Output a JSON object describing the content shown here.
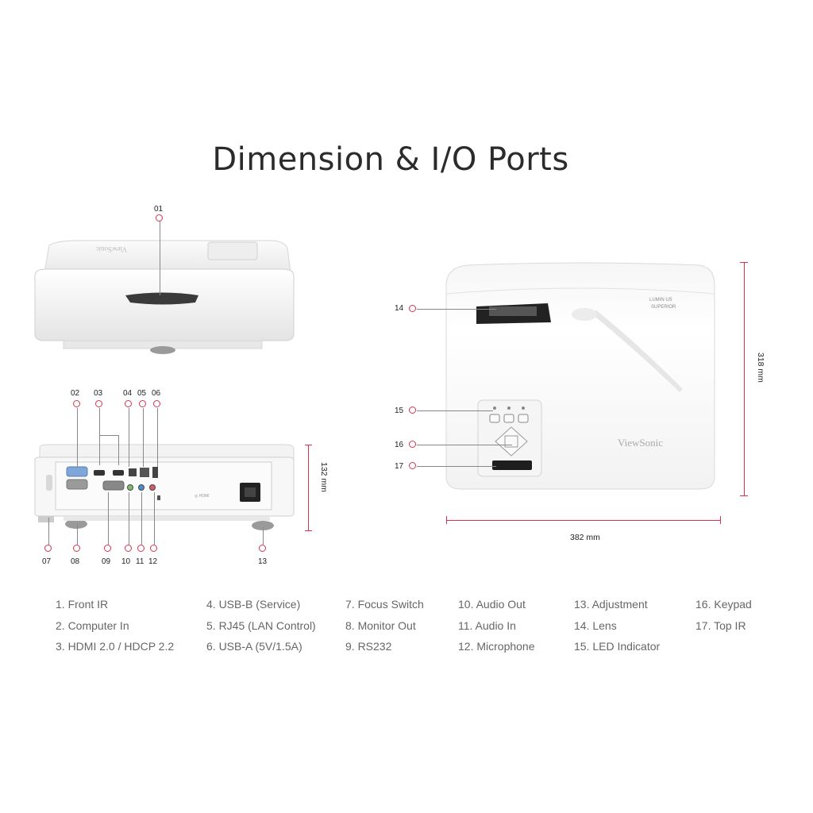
{
  "title": "Dimension & I/O Ports",
  "brand": "ViewSonic",
  "badge": [
    "LUMIN   US",
    "SUPERIOR"
  ],
  "callouts": {
    "c01": "01",
    "c02": "02",
    "c03": "03",
    "c04": "04",
    "c05": "05",
    "c06": "06",
    "c07": "07",
    "c08": "08",
    "c09": "09",
    "c10": "10",
    "c11": "11",
    "c12": "12",
    "c13": "13",
    "c14": "14",
    "c15": "15",
    "c16": "16",
    "c17": "17"
  },
  "dimensions": {
    "height": "132 mm",
    "depth": "318 mm",
    "width": "382 mm"
  },
  "legend": {
    "col1": [
      "1. Front IR",
      "2. Computer In",
      "3. HDMI 2.0 / HDCP 2.2"
    ],
    "col2": [
      "4. USB-B (Service)",
      "5. RJ45 (LAN Control)",
      "6. USB-A (5V/1.5A)"
    ],
    "col3": [
      "7. Focus Switch",
      "8. Monitor Out",
      "9. RS232"
    ],
    "col4": [
      "10. Audio Out",
      "11. Audio In",
      "12. Microphone"
    ],
    "col5": [
      "13. Adjustment",
      "14. Lens",
      "15. LED Indicator"
    ],
    "col6": [
      "16. Keypad",
      "17. Top IR"
    ]
  },
  "colors": {
    "accent": "#d4344f",
    "body": "#f4f4f4",
    "text": "#2b2b2b"
  }
}
